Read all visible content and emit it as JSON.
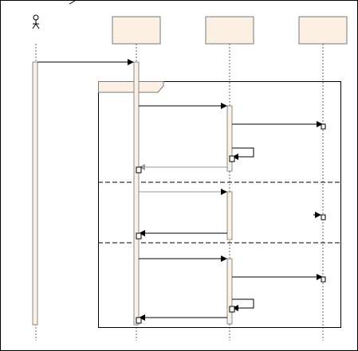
{
  "diagram": {
    "type": "sequence",
    "actor_label": "",
    "lifelines": [
      {
        "id": "lifeline-actor",
        "label": ""
      },
      {
        "id": "lifeline-1",
        "label": ""
      },
      {
        "id": "lifeline-2",
        "label": ""
      },
      {
        "id": "lifeline-3",
        "label": ""
      }
    ],
    "fragment": {
      "operator": "",
      "operands": 3
    },
    "colors": {
      "box_fill": "#fbf0e3",
      "box_stroke": "#7a7a7a",
      "line": "#000000",
      "return_line": "#9a9a9a"
    }
  }
}
